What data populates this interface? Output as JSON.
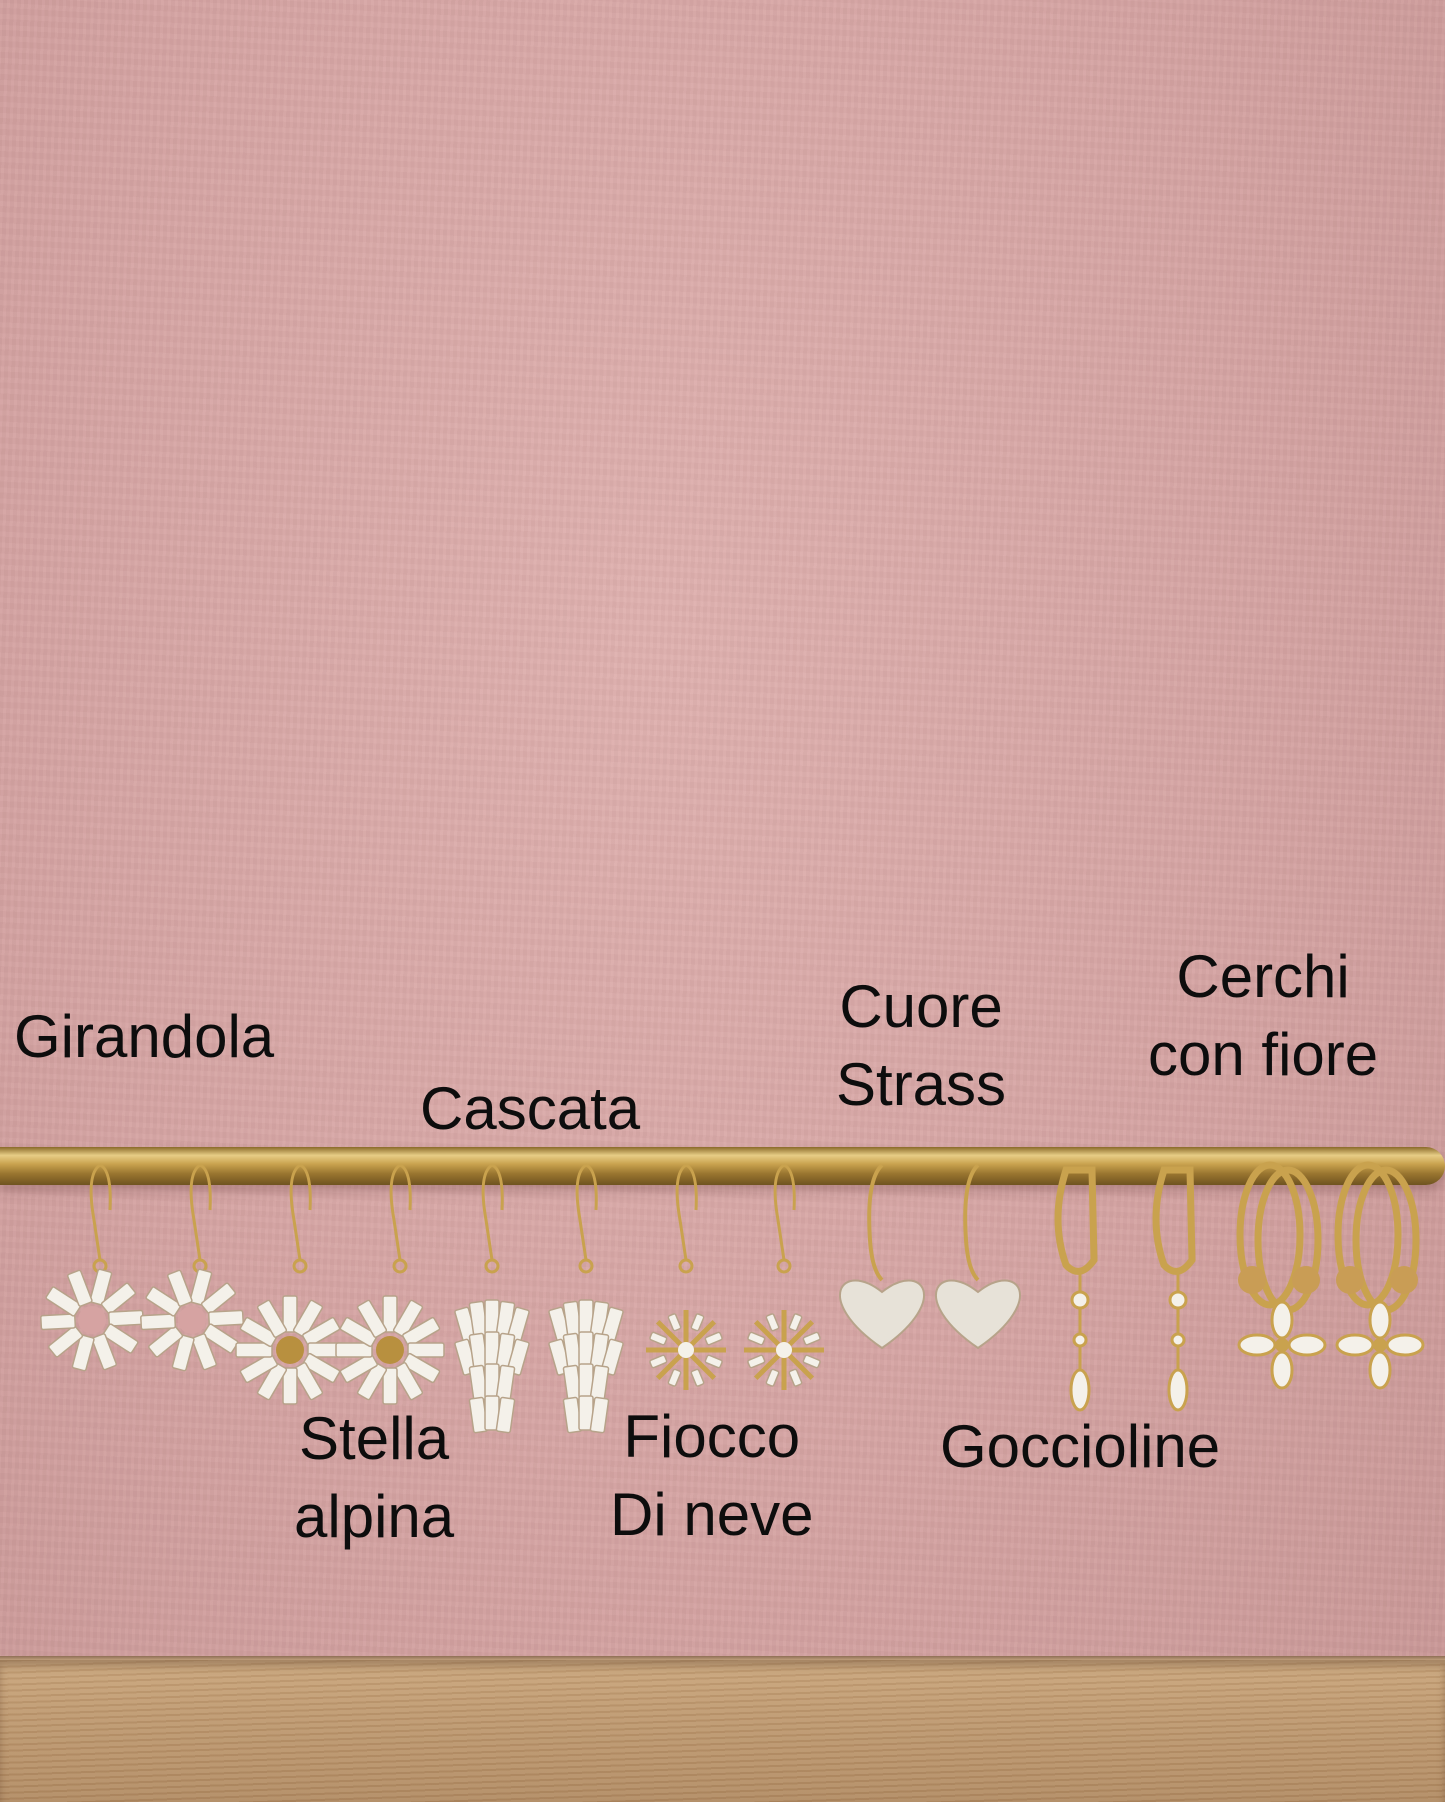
{
  "labels": {
    "girandola": "Girandola",
    "cascata": "Cascata",
    "cuore_strass": [
      "Cuore",
      "Strass"
    ],
    "cerchi_con_fiore": [
      "Cerchi",
      "con fiore"
    ],
    "stella_alpina": [
      "Stella",
      "alpina"
    ],
    "fiocco_di_neve": [
      "Fiocco",
      "Di neve"
    ],
    "goccioline": "Goccioline"
  },
  "colors": {
    "wall": "#d5a4a3",
    "rod_gold": "#c9a24e",
    "shelf_wood": "#bd9870",
    "label_text": "#0d0d0d",
    "crystal": "#f4f1ea"
  },
  "earrings": [
    {
      "style": "pinwheel"
    },
    {
      "style": "pinwheel"
    },
    {
      "style": "daisy"
    },
    {
      "style": "daisy"
    },
    {
      "style": "cascade"
    },
    {
      "style": "cascade"
    },
    {
      "style": "snowflake"
    },
    {
      "style": "snowflake"
    },
    {
      "style": "heart"
    },
    {
      "style": "heart"
    },
    {
      "style": "drop-hoop"
    },
    {
      "style": "drop-hoop"
    },
    {
      "style": "flower-hoop"
    },
    {
      "style": "flower-hoop"
    }
  ]
}
